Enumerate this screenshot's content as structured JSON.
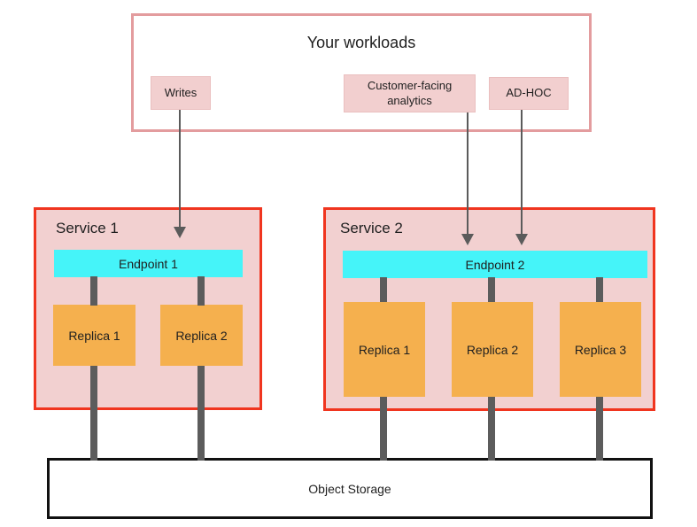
{
  "workloads": {
    "title": "Your workloads",
    "items": [
      {
        "label": "Writes"
      },
      {
        "label": "Customer-facing analytics"
      },
      {
        "label": "AD-HOC"
      }
    ]
  },
  "services": [
    {
      "name": "Service 1",
      "endpoint": "Endpoint 1",
      "replicas": [
        "Replica 1",
        "Replica 2"
      ]
    },
    {
      "name": "Service 2",
      "endpoint": "Endpoint 2",
      "replicas": [
        "Replica 1",
        "Replica 2",
        "Replica 3"
      ]
    }
  ],
  "storage": {
    "label": "Object Storage"
  },
  "colors": {
    "workloads_border": "#e39c9e",
    "pill_fill": "#f2cfcf",
    "service_border": "#f0351f",
    "service_fill": "#f2d0d0",
    "endpoint_fill": "#45f4f9",
    "replica_fill": "#f5b04e",
    "connector_gray": "#5c5c5c",
    "arrow_gray": "#5b5b5b",
    "storage_border": "#111111",
    "text": "#1f1f1f"
  }
}
